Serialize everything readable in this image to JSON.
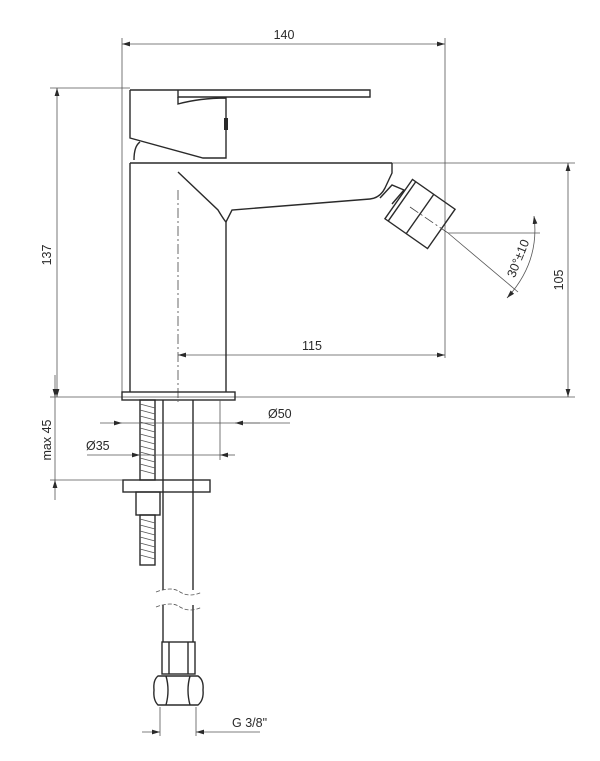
{
  "dimensions": {
    "width_total": "140",
    "height_total": "137",
    "spout_reach": "115",
    "spout_height": "105",
    "angle": "30°±10",
    "base_diameter": "Ø50",
    "hole_diameter": "Ø35",
    "max_thickness": "max 45",
    "connection": "G 3/8\""
  },
  "colors": {
    "line": "#2a2a2a",
    "background": "#ffffff"
  }
}
